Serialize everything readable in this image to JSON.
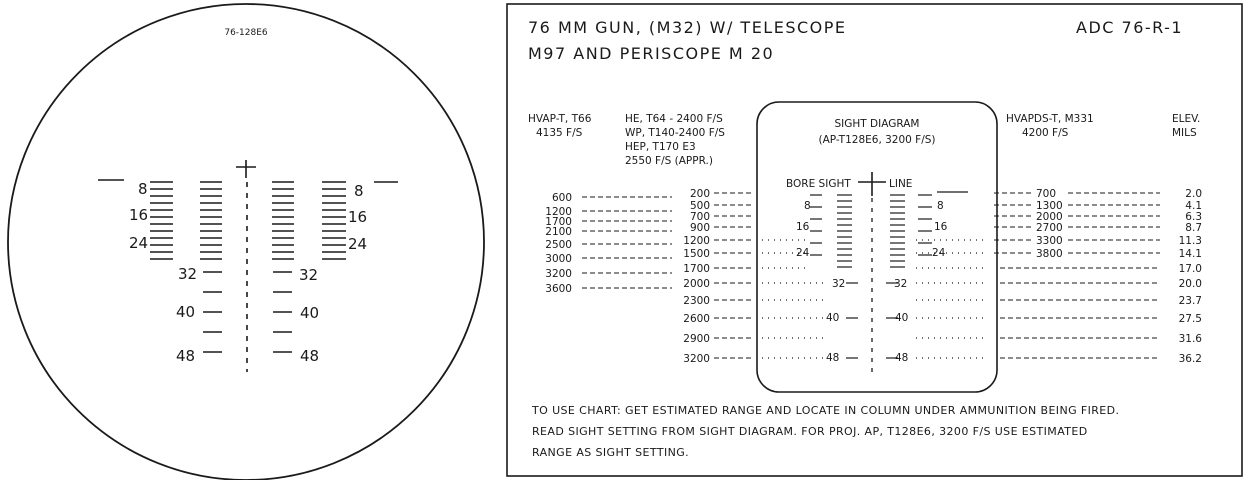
{
  "reticle": {
    "code": "76-128E6",
    "labels": [
      "8",
      "16",
      "24",
      "32",
      "40",
      "48"
    ]
  },
  "card": {
    "title_line1": "76 MM GUN, (M32) W/ TELESCOPE",
    "title_line2": "M97 AND PERISCOPE M 20",
    "code": "ADC 76-R-1",
    "col_hvap": [
      "HVAP-T, T66",
      "4135 F/S"
    ],
    "col_he": [
      "HE, T64 - 2400 F/S",
      "WP, T140-2400 F/S",
      "HEP, T170 E3",
      "2550 F/S (APPR.)"
    ],
    "sight_title": [
      "SIGHT DIAGRAM",
      "(AP-T128E6, 3200 F/S)"
    ],
    "bore_sight": "BORE SIGHT",
    "line": "LINE",
    "col_hvapds": [
      "HVAPDS-T, M331",
      "4200 F/S"
    ],
    "col_elev": [
      "ELEV.",
      "MILS"
    ],
    "hvap_ranges": [
      "600",
      "1200",
      "1700",
      "2100",
      "2500",
      "3000",
      "3200",
      "3600"
    ],
    "he_ranges": [
      "200",
      "500",
      "700",
      "900",
      "1200",
      "1500",
      "1700",
      "2000",
      "2300",
      "2600",
      "2900",
      "3200"
    ],
    "hvapds_ranges": [
      "700",
      "1300",
      "2000",
      "2700",
      "3300",
      "3800"
    ],
    "elev_mils": [
      "2.0",
      "4.1",
      "6.3",
      "8.7",
      "11.3",
      "14.1",
      "17.0",
      "20.0",
      "23.7",
      "27.5",
      "31.6",
      "36.2"
    ],
    "sight_labels": [
      "8",
      "16",
      "24",
      "32",
      "40",
      "48"
    ],
    "instructions": [
      "TO USE CHART:  GET ESTIMATED RANGE AND LOCATE IN COLUMN UNDER AMMUNITION BEING FIRED.",
      "READ SIGHT SETTING FROM SIGHT DIAGRAM.  FOR PROJ. AP, T128E6, 3200 F/S USE ESTIMATED",
      "RANGE AS SIGHT SETTING."
    ]
  }
}
